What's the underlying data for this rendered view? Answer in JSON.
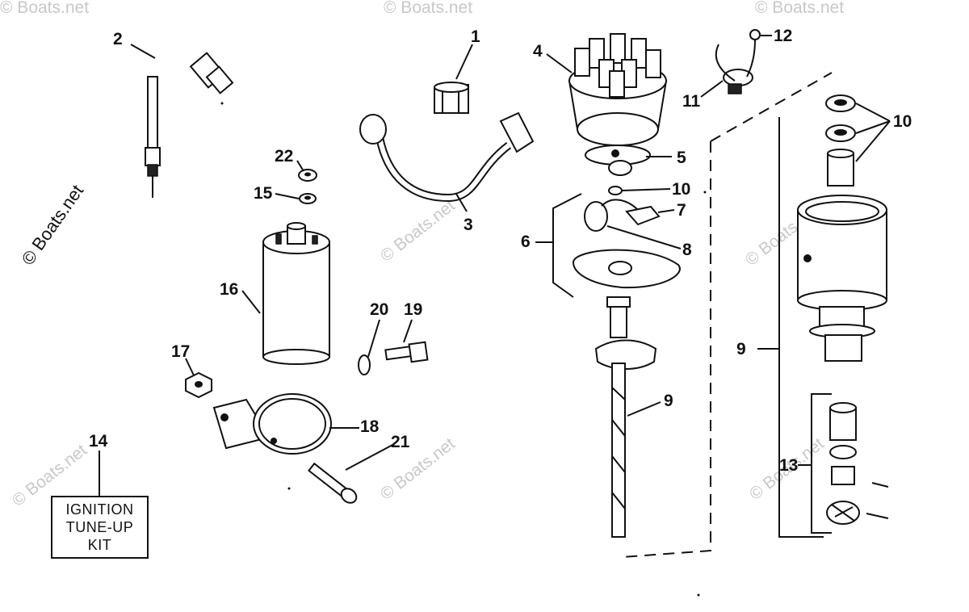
{
  "watermark": "© Boats.net",
  "kit_box": {
    "line1": "IGNITION",
    "line2": "TUNE-UP",
    "line3": "KIT"
  },
  "callouts": {
    "n1": "1",
    "n2": "2",
    "n3": "3",
    "n4": "4",
    "n5": "5",
    "n6": "6",
    "n7": "7",
    "n8": "8",
    "n9a": "9",
    "n9b": "9",
    "n10a": "10",
    "n10b": "10",
    "n11": "11",
    "n12": "12",
    "n13": "13",
    "n14": "14",
    "n15": "15",
    "n16": "16",
    "n17": "17",
    "n18": "18",
    "n19": "19",
    "n20": "20",
    "n21": "21",
    "n22": "22"
  }
}
